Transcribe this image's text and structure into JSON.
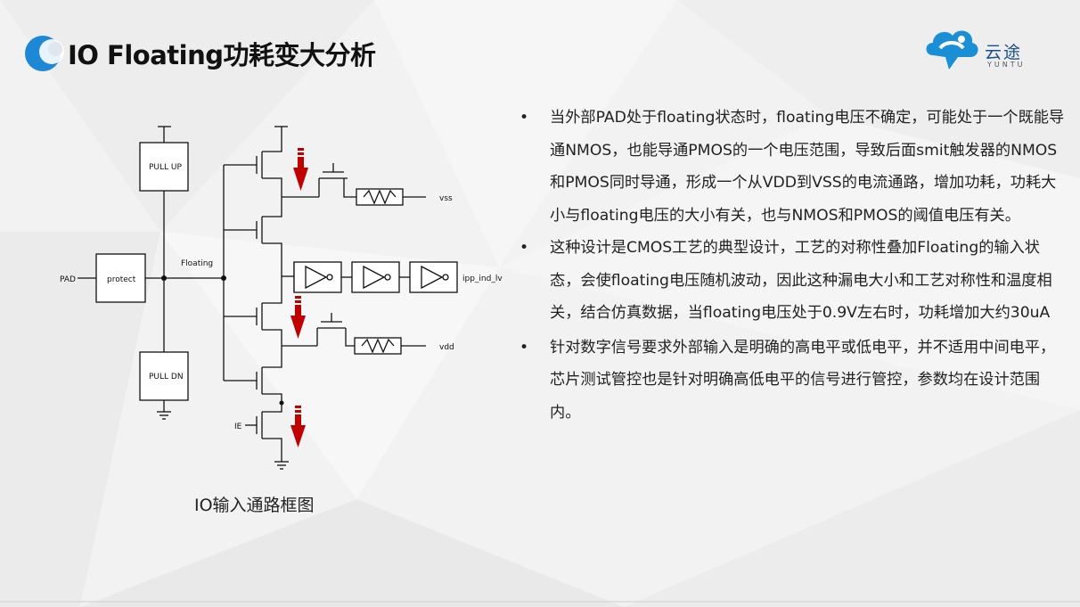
{
  "title": "IO Floating功耗变大分析",
  "logo": {
    "cn": "云途",
    "en": "YUNTU"
  },
  "bullets": [
    "当外部PAD处于floating状态时，floating电压不确定，可能处于一个既能导通NMOS，也能导通PMOS的一个电压范围，导致后面smit触发器的NMOS和PMOS同时导通，形成一个从VDD到VSS的电流通路，增加功耗，功耗大小与floating电压的大小有关，也与NMOS和PMOS的阈值电压有关。",
    "这种设计是CMOS工艺的典型设计，工艺的对称性叠加Floating的输入状态，会使floating电压随机波动，因此这种漏电大小和工艺对称性和温度相关，结合仿真数据，当floating电压处于0.9V左右时，功耗增加大约30uA",
    "针对数字信号要求外部输入是明确的高电平或低电平，并不适用中间电平，芯片测试管控也是针对明确高低电平的信号进行管控，参数均在设计范围内。"
  ],
  "bullet_symbol": "•",
  "diagram": {
    "labels": {
      "pad": "PAD",
      "protect": "protect",
      "pull_up": "PULL UP",
      "pull_dn": "PULL DN",
      "floating": "Floating",
      "vss": "vss",
      "vdd": "vdd",
      "out": "ipp_ind_lv",
      "ie": "IE"
    },
    "caption": "IO输入通路框图"
  },
  "colors": {
    "arrow": "#c00000",
    "logo": "#1b8fd6",
    "title_dot": "#1e88d6"
  }
}
